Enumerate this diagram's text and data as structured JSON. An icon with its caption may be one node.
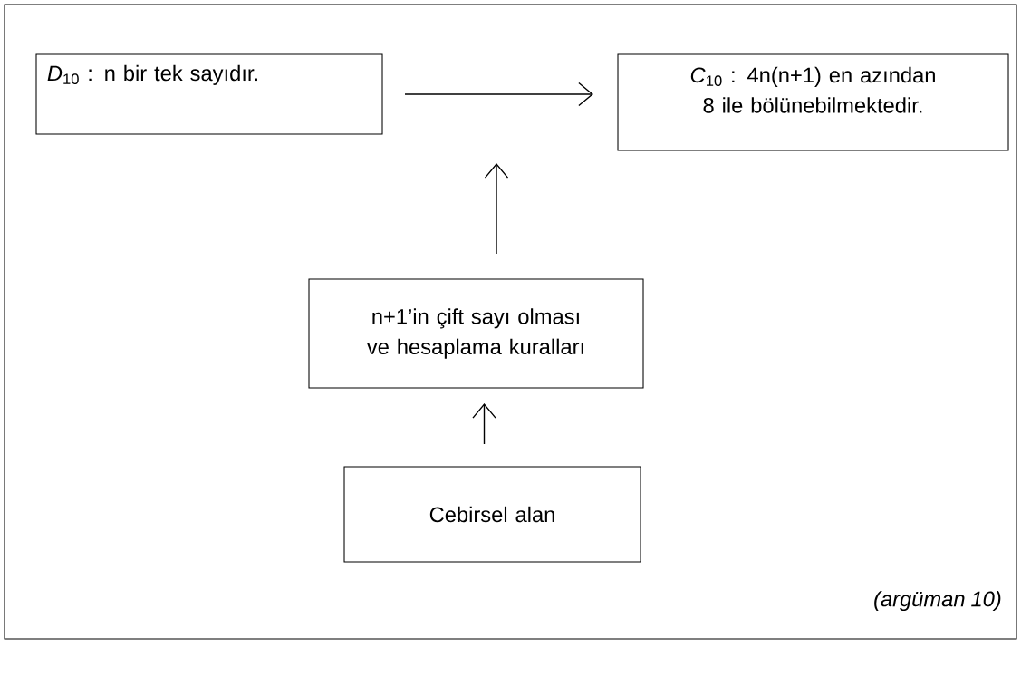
{
  "diagram": {
    "nodes": [
      {
        "text": [
          "*D*$_{10}$ : n bir tek sayıdır."
        ]
      },
      {
        "text": [
          "*C*$_{10}$ : 4n(n+1) en azından 8 ile bölünebilmektedir."
        ]
      },
      {
        "text": [
          "n+1’in çift sayı olması ve hesaplama kuralları"
        ]
      },
      {
        "text": [
          "Cebirsel alan"
        ]
      }
    ],
    "edges": [
      {
        "from": 0,
        "to": 1,
        "arrow": "to"
      },
      {
        "from": 2,
        "to": null,
        "arrow": "to"
      },
      {
        "from": 3,
        "to": 2,
        "arrow": "to"
      }
    ],
    "labels": [
      "(argüman 10)"
    ]
  }
}
